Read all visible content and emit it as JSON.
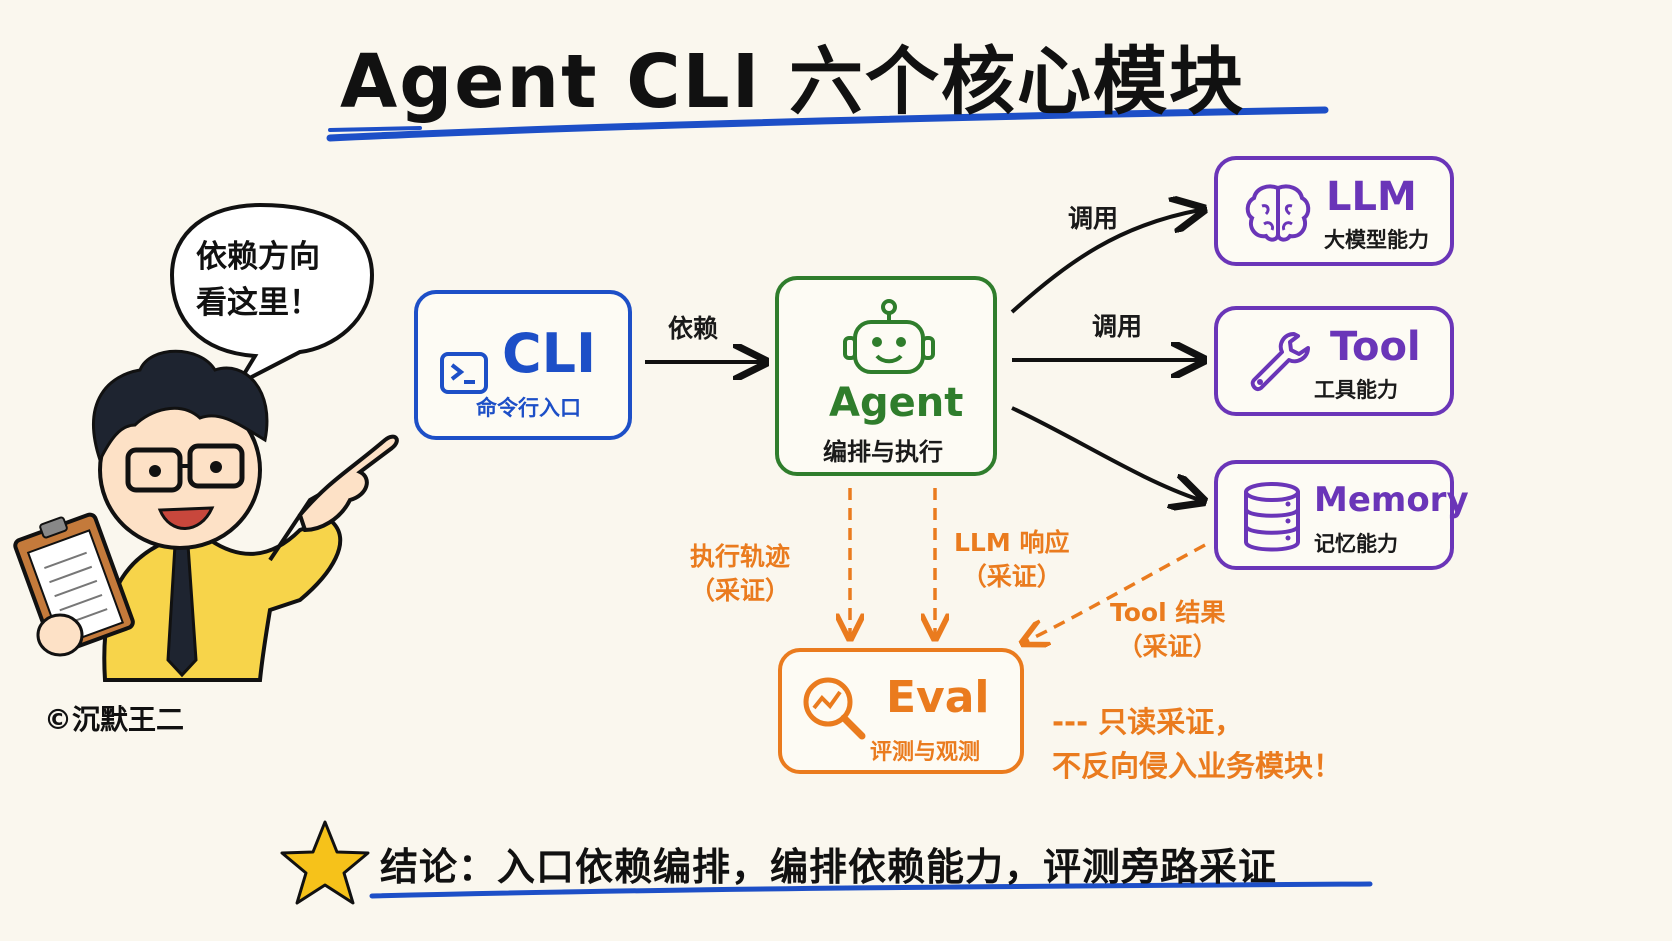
{
  "title": "Agent CLI 六个核心模块",
  "speech_bubble": {
    "line1": "依赖方向",
    "line2": "看这里！"
  },
  "copyright": "©沉默王二",
  "nodes": {
    "cli": {
      "name": "CLI",
      "sub": "命令行入口",
      "icon": "terminal-icon",
      "color": "#1d4fc7"
    },
    "agent": {
      "name": "Agent",
      "sub": "编排与执行",
      "icon": "robot-icon",
      "color": "#2f7d2c"
    },
    "llm": {
      "name": "LLM",
      "sub": "大模型能力",
      "icon": "brain-icon",
      "color": "#6a35b8"
    },
    "tool": {
      "name": "Tool",
      "sub": "工具能力",
      "icon": "wrench-icon",
      "color": "#6a35b8"
    },
    "memory": {
      "name": "Memory",
      "sub": "记忆能力",
      "icon": "database-icon",
      "color": "#6a35b8"
    },
    "eval": {
      "name": "Eval",
      "sub": "评测与观测",
      "icon": "magnifier-chart-icon",
      "color": "#ea7b1e"
    }
  },
  "edge_labels": {
    "cli_agent": "依赖",
    "agent_llm": "调用",
    "agent_tool": "调用",
    "trace": {
      "line1": "执行轨迹",
      "line2": "（采证）"
    },
    "llm_resp": {
      "line1": "LLM 响应",
      "line2": "（采证）"
    },
    "tool_result": {
      "line1": "Tool 结果",
      "line2": "（采证）"
    }
  },
  "eval_note": {
    "line1": "--- 只读采证，",
    "line2": "不反向侵入业务模块！"
  },
  "conclusion": "结论：入口依赖编排，编排依赖能力，评测旁路采证",
  "colors": {
    "title_underline": "#1d4fc7",
    "star": "#f6c21a",
    "arrow": "#111111",
    "dashed": "#ea7b1e"
  }
}
